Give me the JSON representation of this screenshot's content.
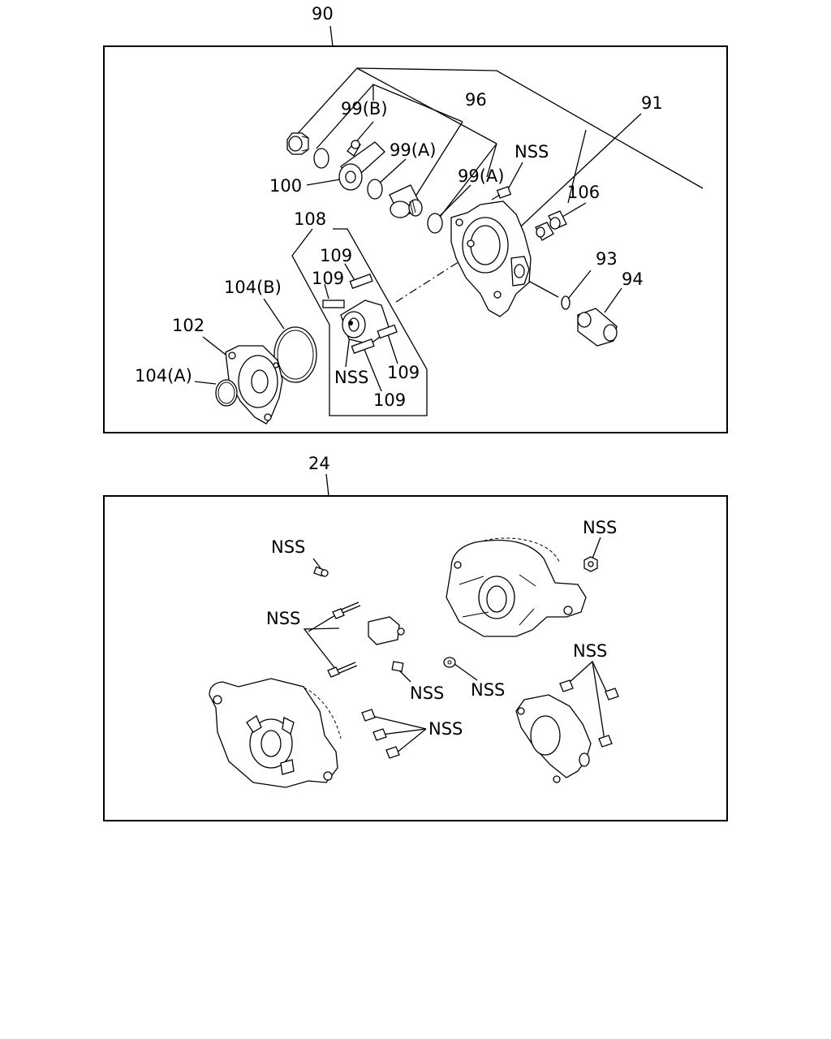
{
  "top_panel": {
    "group_label": "90",
    "labels": {
      "l96": "96",
      "l91": "91",
      "l99b": "99(B)",
      "l99a_1": "99(A)",
      "l99a_2": "99(A)",
      "nss_1": "NSS",
      "l106": "106",
      "l100": "100",
      "l108": "108",
      "l109_1": "109",
      "l109_2": "109",
      "l109_3": "109",
      "l109_4": "109",
      "l104b": "104(B)",
      "l102": "102",
      "l104a": "104(A)",
      "nss_2": "NSS",
      "l93": "93",
      "l94": "94"
    }
  },
  "bottom_panel": {
    "group_label": "24",
    "labels": {
      "nss_1": "NSS",
      "nss_2": "NSS",
      "nss_3": "NSS",
      "nss_4": "NSS",
      "nss_5": "NSS",
      "nss_6": "NSS",
      "nss_7": "NSS"
    }
  }
}
